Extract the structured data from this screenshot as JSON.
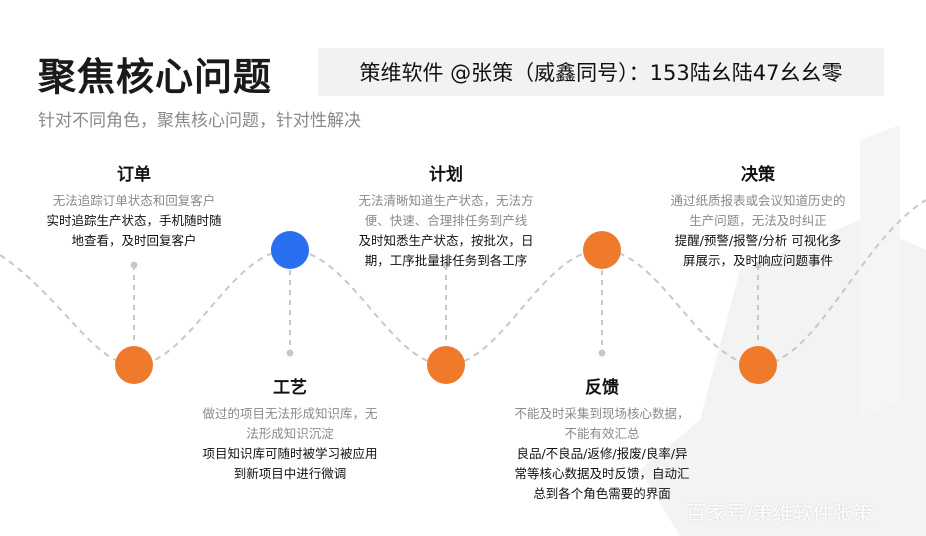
{
  "header": {
    "title": "聚焦核心问题",
    "subtitle": "针对不同角色，聚焦核心问题，针对性解决",
    "watermark_box": "策维软件 @张策（威鑫同号）：153陆幺陆47幺幺零"
  },
  "colors": {
    "orange": "#ef7a2b",
    "blue": "#2a6ff0",
    "wave": "#c8c8c8"
  },
  "nodes": [
    {
      "key": "order",
      "color": "orange"
    },
    {
      "key": "process",
      "color": "blue"
    },
    {
      "key": "plan",
      "color": "orange"
    },
    {
      "key": "feedback",
      "color": "orange"
    },
    {
      "key": "decision",
      "color": "orange"
    }
  ],
  "blocks": {
    "order": {
      "title": "订单",
      "problem": "无法追踪订单状态和回复客户",
      "solution_1": "实时追踪生产状态，手机随时随",
      "solution_2": "地查看，及时回复客户"
    },
    "process": {
      "title": "工艺",
      "problem_1": "做过的项目无法形成知识库，无",
      "problem_2": "法形成知识沉淀",
      "solution_1": "项目知识库可随时被学习被应用",
      "solution_2": "到新项目中进行微调"
    },
    "plan": {
      "title": "计划",
      "problem_1": "无法清晰知道生产状态，无法方",
      "problem_2": "便、快速、合理排任务到产线",
      "solution_1": "及时知悉生产状态，按批次，日",
      "solution_2": "期，工序批量排任务到各工序"
    },
    "feedback": {
      "title": "反馈",
      "problem_1": "不能及时采集到现场核心数据，",
      "problem_2": "不能有效汇总",
      "solution_1": "良品/不良品/返修/报废/良率/异",
      "solution_2": "常等核心数据及时反馈，自动汇",
      "solution_3": "总到各个角色需要的界面"
    },
    "decision": {
      "title": "决策",
      "problem_1": "通过纸质报表或会议知道历史的",
      "problem_2": "生产问题，无法及时纠正",
      "solution_1": "提醒/预警/报警/分析 可视化多",
      "solution_2": "屏展示，及时响应问题事件"
    }
  },
  "footer": {
    "watermark": "百家号/策维软件张策"
  }
}
